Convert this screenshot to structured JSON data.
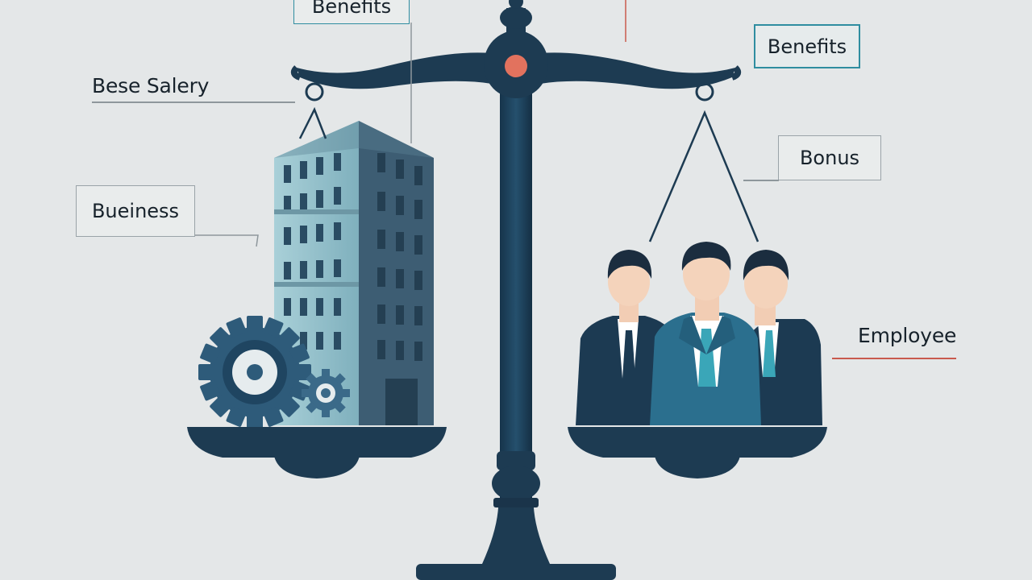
{
  "labels": {
    "benefits_top": "Benefits",
    "benefits": "Benefits",
    "base_salary": "Bese Salery",
    "business": "Bueiness",
    "bonus": "Bonus",
    "employee": "Employee"
  },
  "colors": {
    "background": "#e4e7e8",
    "scale": "#1d3b52",
    "pivot": "#e2725e",
    "building_light": "#9cc6d0",
    "building_dark": "#3a5a70",
    "gear": "#2d5a78",
    "suit_blue": "#2b6f8e",
    "tie_teal": "#3aa6b8"
  }
}
